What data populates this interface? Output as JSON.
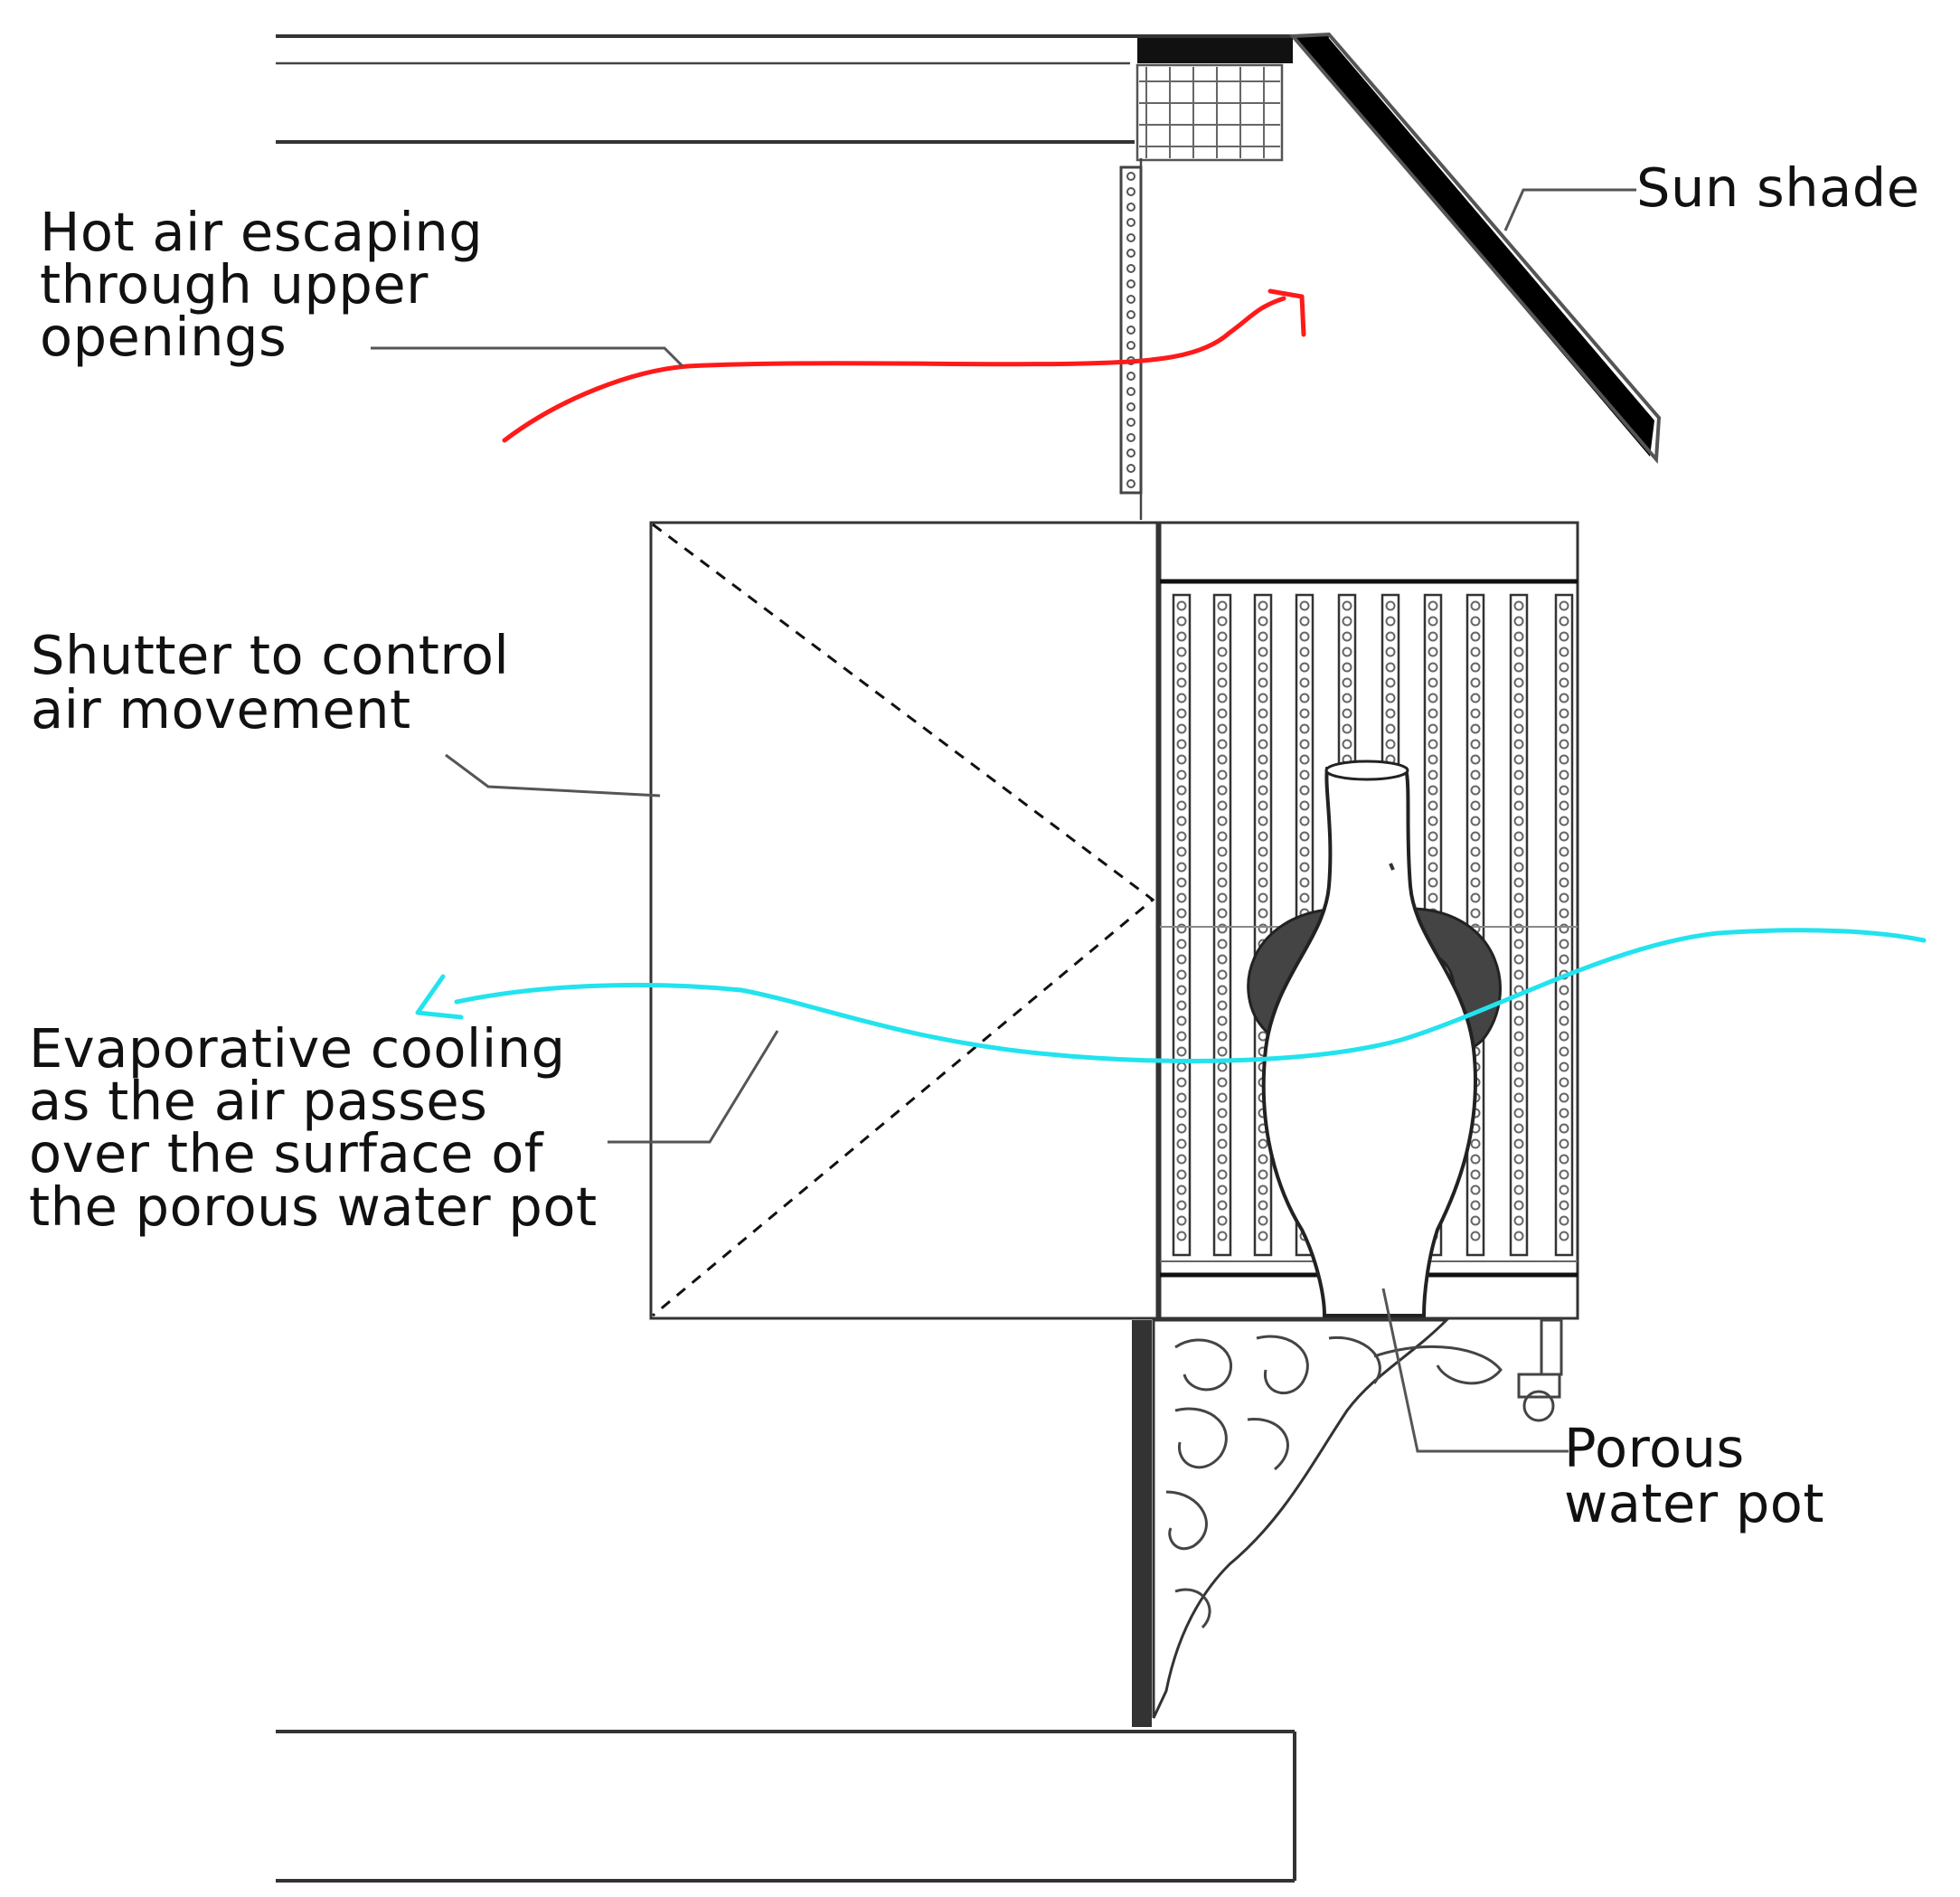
{
  "labels": {
    "hot_air": [
      "Hot air escaping",
      "through upper",
      "openings"
    ],
    "sun_shade": "Sun shade",
    "shutter": [
      "Shutter to control",
      "air movement"
    ],
    "evaporative": [
      "Evaporative cooling",
      "as the air passes",
      "over the surface of",
      "the porous water pot"
    ],
    "porous_pot": [
      "Porous",
      "water pot"
    ]
  },
  "colors": {
    "hot_air_arrow": "#ff1a1a",
    "cool_air_arrow": "#22e3ee",
    "structure": "#333333",
    "sun_shade_fill": "#000000",
    "text": "#111111"
  },
  "icons": {
    "hot_air_arrow": "arrow-right-icon",
    "cool_air_arrow": "arrow-left-icon",
    "water_pot": "amphora-icon"
  }
}
